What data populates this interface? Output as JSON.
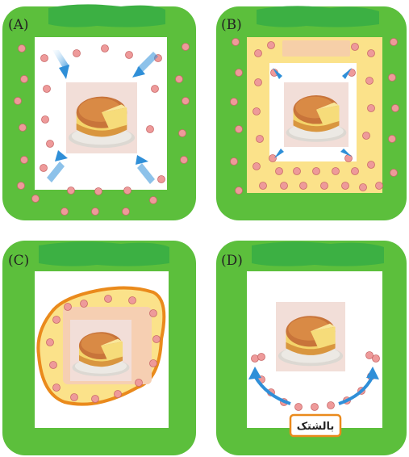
{
  "panels": [
    {
      "id": "A",
      "label": "(A)"
    },
    {
      "id": "B",
      "label": "(B)"
    },
    {
      "id": "C",
      "label": "(C)"
    },
    {
      "id": "D",
      "label": "(D)"
    }
  ],
  "badge": {
    "text": "بالشتک"
  },
  "colors": {
    "frame_green": "#5cbf3c",
    "scribble_green": "#3cb043",
    "dot_pink": "#ee9a9a",
    "dot_outline": "#c96a6a",
    "yellow_fill": "#fbe28a",
    "orange_outline": "#ea8a1c",
    "arrow_blue": "#2f8fd8",
    "cake_crust": "#c8743a",
    "cake_crumb": "#f6d56a",
    "photo_bg": "#f2ded8"
  },
  "icons": [
    "cake-photo",
    "arrow-icon"
  ]
}
